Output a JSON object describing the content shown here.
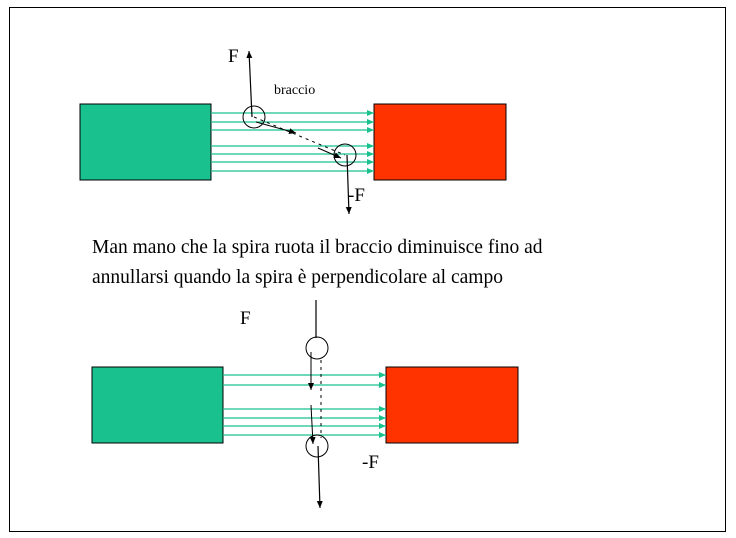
{
  "diagram": {
    "top": {
      "force_label": "F",
      "arm_label": "braccio",
      "opposite_force_label": "-F"
    },
    "caption": {
      "line1": "Man mano che la spira ruota il braccio diminuisce fino ad",
      "line2": "annullarsi quando la spira è perpendicolare al campo"
    },
    "bottom": {
      "force_label": "F",
      "opposite_force_label": "-F"
    },
    "colors": {
      "magnet_left": "#19C18E",
      "magnet_right": "#FF3300",
      "field_lines": "#19C18E",
      "frame": "#000000"
    }
  }
}
